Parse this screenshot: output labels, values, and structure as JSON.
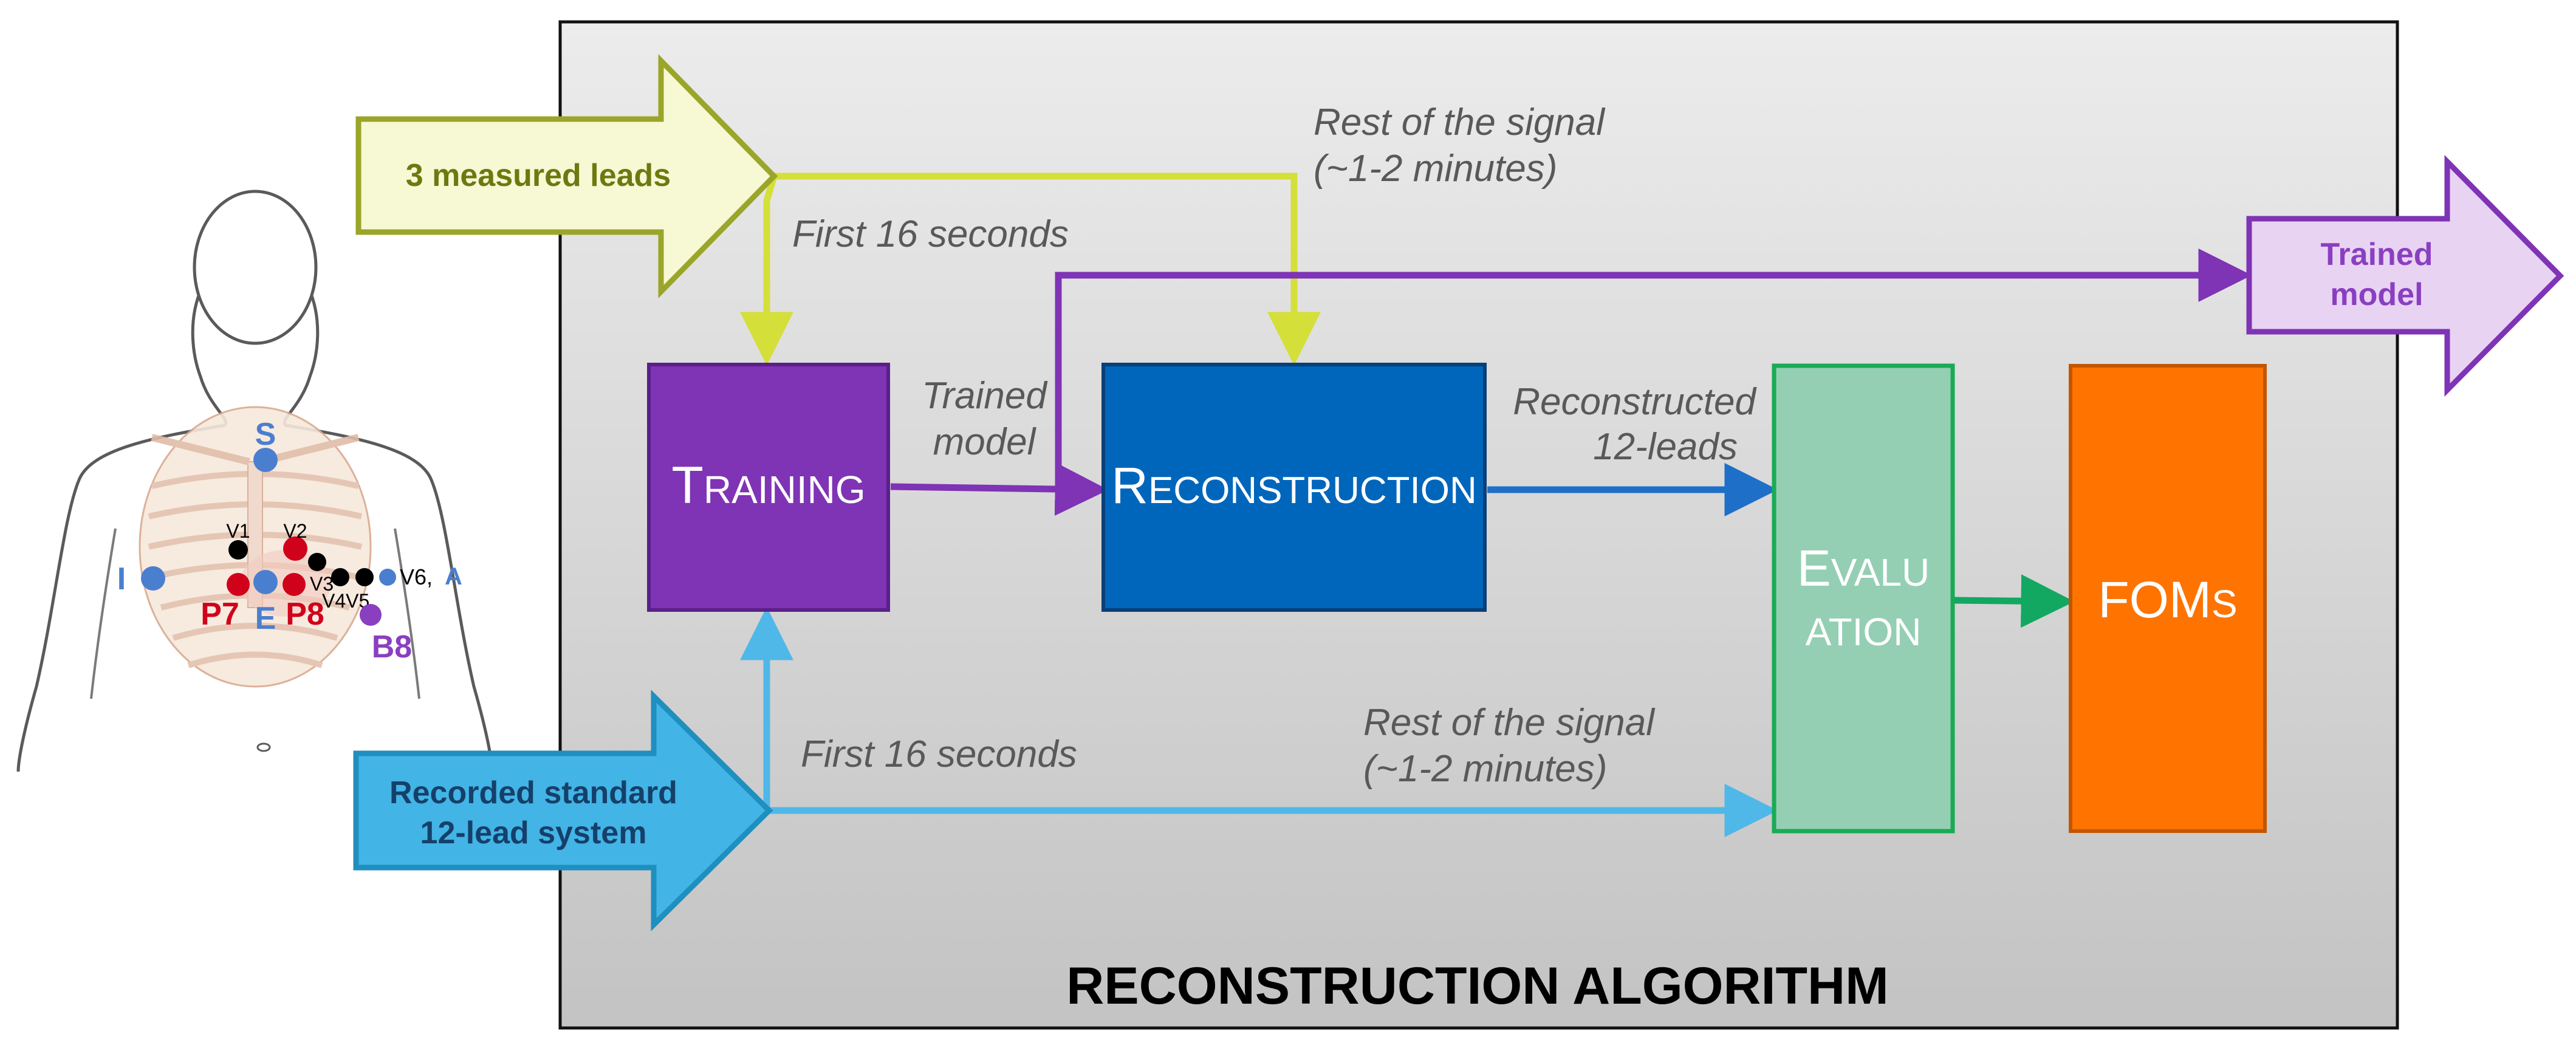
{
  "title": "RECONSTRUCTION ALGORITHM",
  "inputs": {
    "measured": {
      "label": "3 measured leads"
    },
    "recorded": {
      "line1": "Recorded standard",
      "line2": "12-lead system"
    }
  },
  "output": {
    "line1": "Trained",
    "line2": "model"
  },
  "blocks": {
    "training": {
      "first": "T",
      "rest": "RAINING"
    },
    "reconstruction": {
      "first": "R",
      "rest": "ECONSTRUCTION"
    },
    "evaluation": {
      "line1_first": "E",
      "line1_rest": "VALU",
      "line2": "ATION"
    },
    "foms": {
      "main": "FOM",
      "suffix": "S"
    }
  },
  "annotations": {
    "rest_top_1": "Rest of the signal",
    "rest_top_2": "(~1-2 minutes)",
    "first16_top": "First 16 seconds",
    "trained_model_1": "Trained",
    "trained_model_2": "model",
    "reconstructed_1": "Reconstructed",
    "reconstructed_2": "12-leads",
    "first16_bottom": "First 16 seconds",
    "rest_bottom_1": "Rest of the signal",
    "rest_bottom_2": "(~1-2 minutes)"
  },
  "electrodes": {
    "S": "S",
    "I": "I",
    "E": "E",
    "A": "A",
    "V1": "V1",
    "V2": "V2",
    "V3": "V3",
    "V4V5": "V4V5",
    "V6": "V6,",
    "P7": "P7",
    "P8": "P8",
    "B8": "B8"
  },
  "colors": {
    "yellow_fill": "#f6f9d4",
    "yellow_stroke": "#9aa52a",
    "yellow_text": "#6b7a10",
    "yellow_line": "#d4df3a",
    "blue_fill": "#42b4e5",
    "blue_stroke": "#1f8fbf",
    "blue_text": "#15406a",
    "blue_line": "#4fb8e8",
    "purple": "#7f33b5",
    "purple_light": "#e8d3f3",
    "purple_text": "#8a3fc0",
    "recon_blue": "#0066bb",
    "recon_line": "#1e6fc8",
    "eval_fill": "#94cfb3",
    "eval_stroke": "#1aaa55",
    "eval_line": "#12a862",
    "foms": "#ff7300",
    "red_marker": "#d0021b",
    "electrode_blue": "#4a7fcf"
  }
}
